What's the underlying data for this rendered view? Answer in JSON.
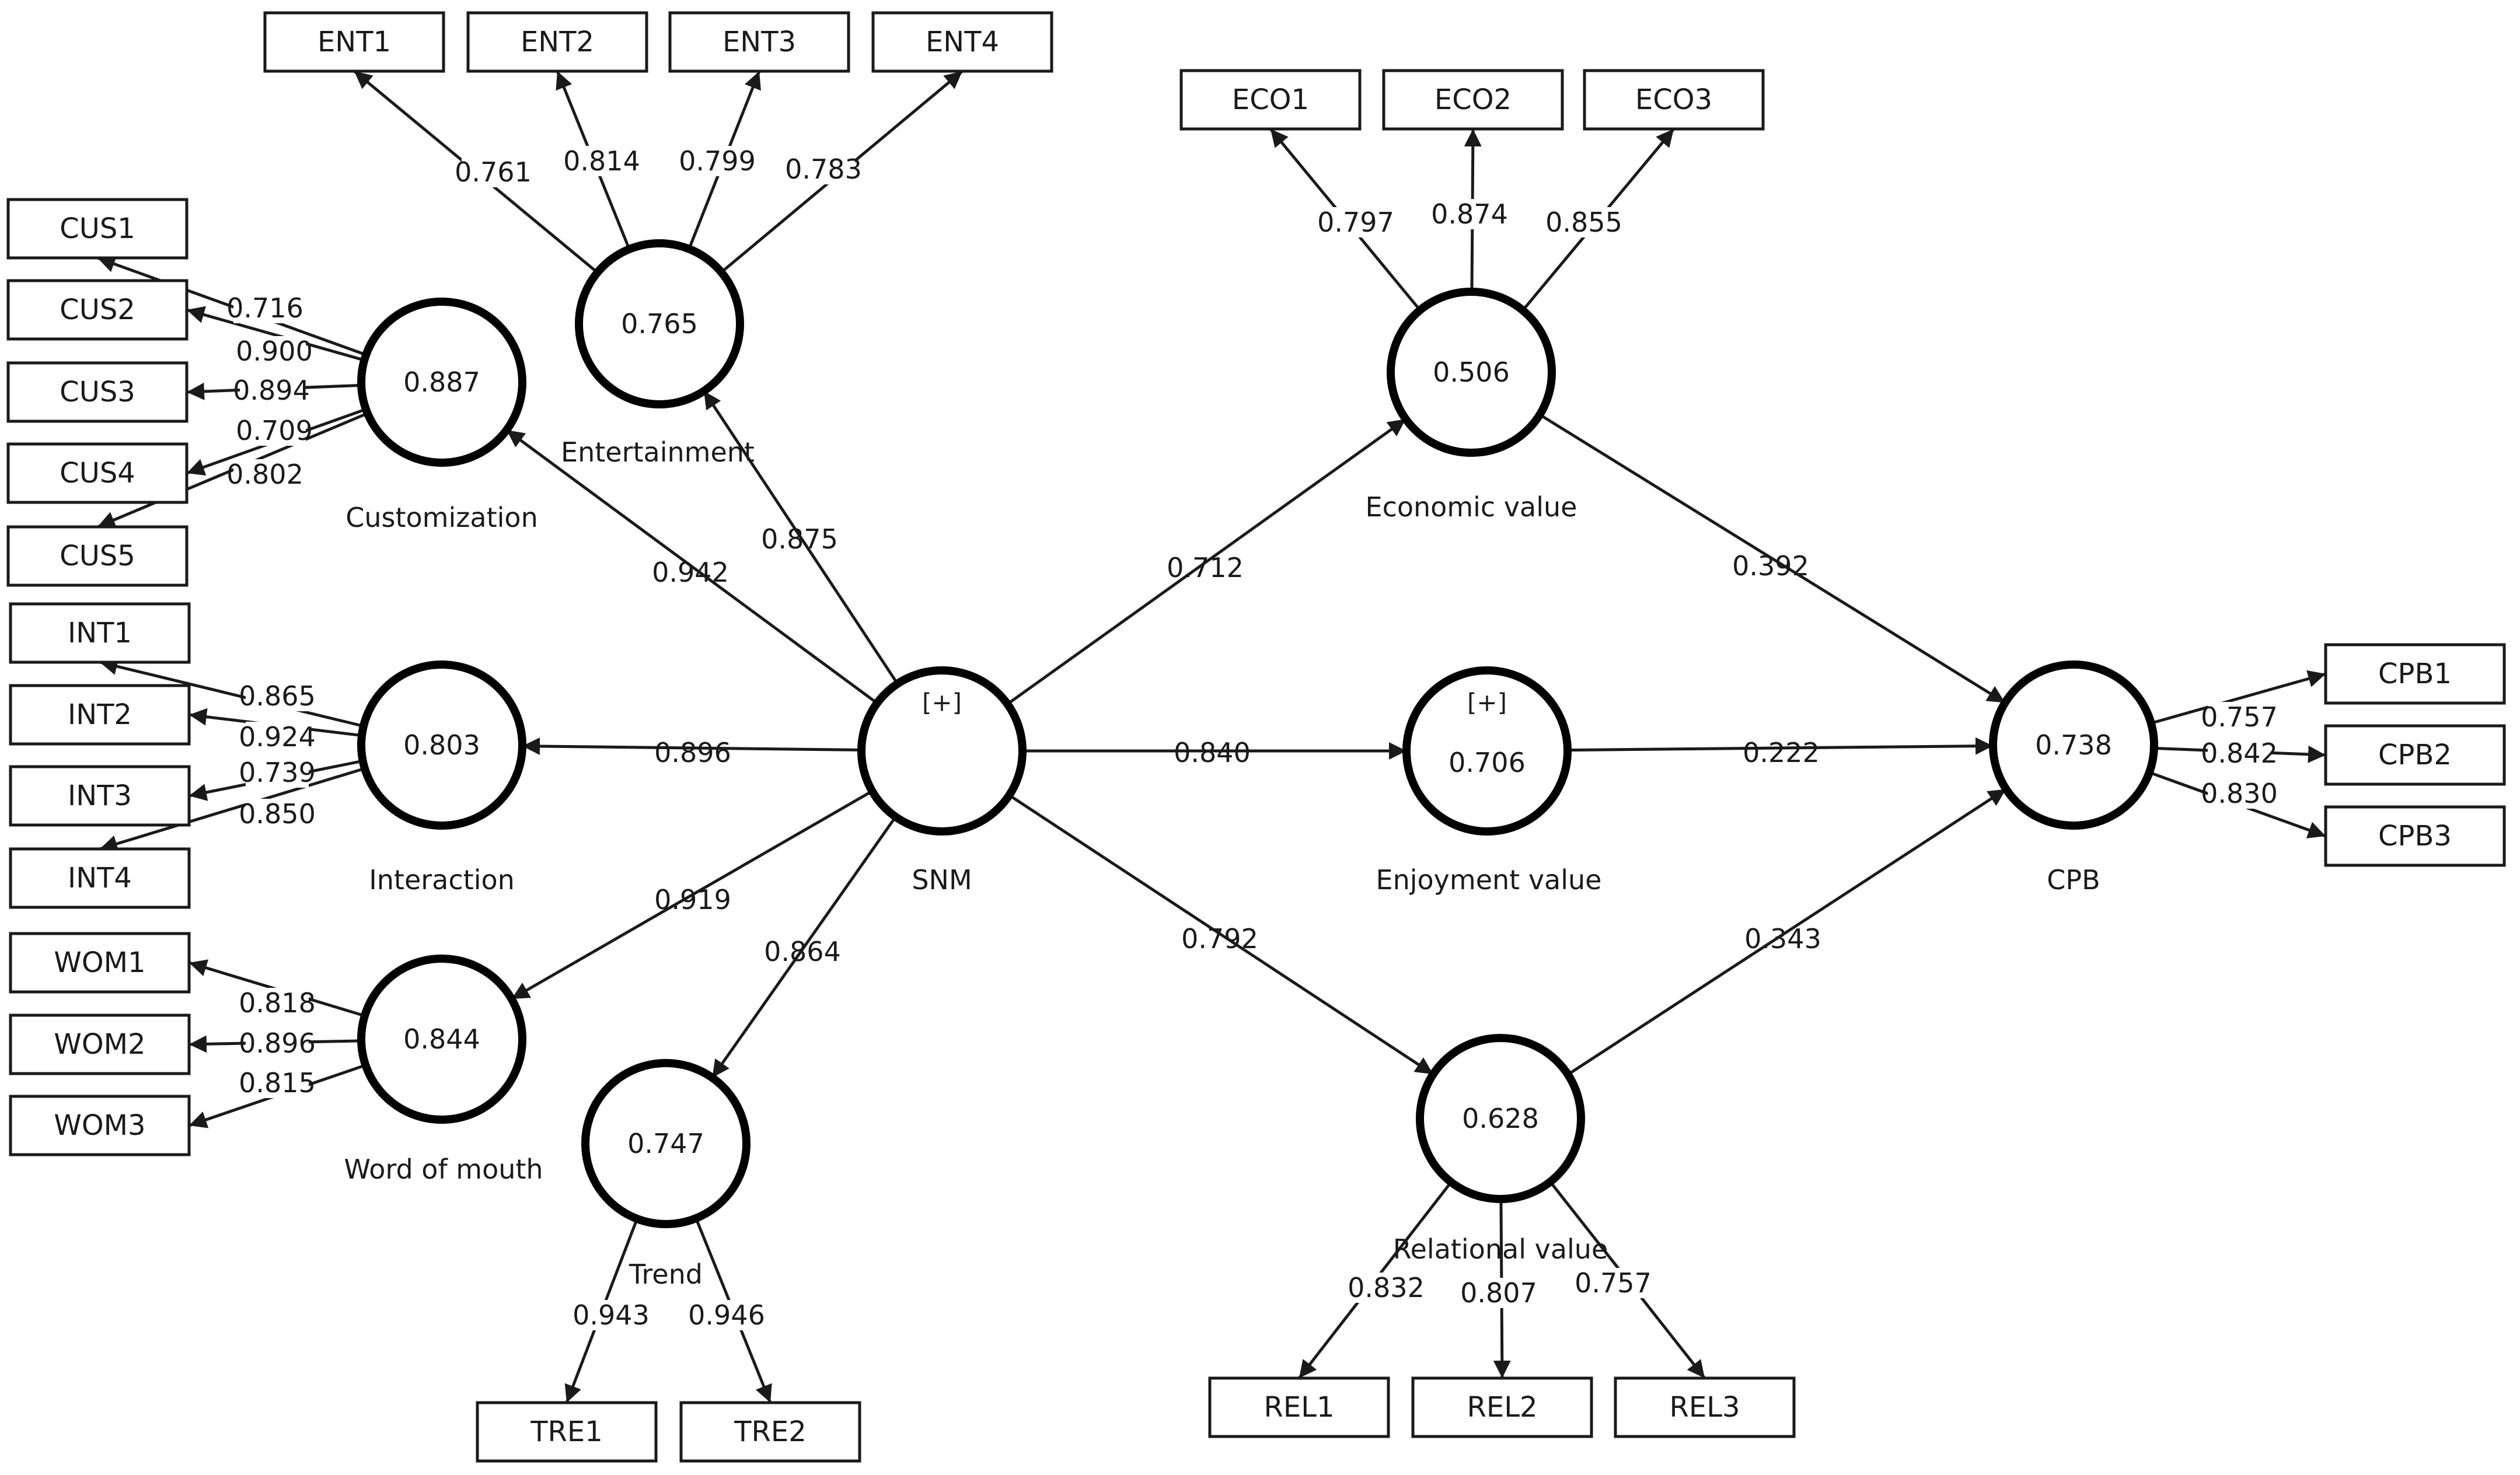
{
  "constructs": [
    {
      "id": "entertainment",
      "name": "Entertainment",
      "value": "0.765"
    },
    {
      "id": "customization",
      "name": "Customization",
      "value": "0.887"
    },
    {
      "id": "interaction",
      "name": "Interaction",
      "value": "0.803"
    },
    {
      "id": "wom",
      "name": "Word of mouth",
      "value": "0.844"
    },
    {
      "id": "trend",
      "name": "Trend",
      "value": "0.747"
    },
    {
      "id": "snm",
      "name": "SNM",
      "value": "",
      "marker": "[+]"
    },
    {
      "id": "economic",
      "name": "Economic value",
      "value": "0.506"
    },
    {
      "id": "enjoyment",
      "name": "Enjoyment value",
      "value": "0.706",
      "marker": "[+]"
    },
    {
      "id": "relational",
      "name": "Relational value",
      "value": "0.628"
    },
    {
      "id": "cpb",
      "name": "CPB",
      "value": "0.738"
    }
  ],
  "indicators": [
    {
      "id": "ENT1",
      "label": "ENT1"
    },
    {
      "id": "ENT2",
      "label": "ENT2"
    },
    {
      "id": "ENT3",
      "label": "ENT3"
    },
    {
      "id": "ENT4",
      "label": "ENT4"
    },
    {
      "id": "CUS1",
      "label": "CUS1"
    },
    {
      "id": "CUS2",
      "label": "CUS2"
    },
    {
      "id": "CUS3",
      "label": "CUS3"
    },
    {
      "id": "CUS4",
      "label": "CUS4"
    },
    {
      "id": "CUS5",
      "label": "CUS5"
    },
    {
      "id": "INT1",
      "label": "INT1"
    },
    {
      "id": "INT2",
      "label": "INT2"
    },
    {
      "id": "INT3",
      "label": "INT3"
    },
    {
      "id": "INT4",
      "label": "INT4"
    },
    {
      "id": "WOM1",
      "label": "WOM1"
    },
    {
      "id": "WOM2",
      "label": "WOM2"
    },
    {
      "id": "WOM3",
      "label": "WOM3"
    },
    {
      "id": "TRE1",
      "label": "TRE1"
    },
    {
      "id": "TRE2",
      "label": "TRE2"
    },
    {
      "id": "ECO1",
      "label": "ECO1"
    },
    {
      "id": "ECO2",
      "label": "ECO2"
    },
    {
      "id": "ECO3",
      "label": "ECO3"
    },
    {
      "id": "REL1",
      "label": "REL1"
    },
    {
      "id": "REL2",
      "label": "REL2"
    },
    {
      "id": "REL3",
      "label": "REL3"
    },
    {
      "id": "CPB1",
      "label": "CPB1"
    },
    {
      "id": "CPB2",
      "label": "CPB2"
    },
    {
      "id": "CPB3",
      "label": "CPB3"
    }
  ],
  "paths": [
    {
      "from": "snm",
      "to": "customization",
      "value": "0.942"
    },
    {
      "from": "snm",
      "to": "entertainment",
      "value": "0.875"
    },
    {
      "from": "snm",
      "to": "interaction",
      "value": "0.896"
    },
    {
      "from": "snm",
      "to": "wom",
      "value": "0.919"
    },
    {
      "from": "snm",
      "to": "trend",
      "value": "0.864"
    },
    {
      "from": "snm",
      "to": "economic",
      "value": "0.712"
    },
    {
      "from": "snm",
      "to": "enjoyment",
      "value": "0.840"
    },
    {
      "from": "snm",
      "to": "relational",
      "value": "0.792"
    },
    {
      "from": "economic",
      "to": "cpb",
      "value": "0.392"
    },
    {
      "from": "enjoyment",
      "to": "cpb",
      "value": "0.222"
    },
    {
      "from": "relational",
      "to": "cpb",
      "value": "0.343"
    }
  ],
  "loadings": [
    {
      "from": "entertainment",
      "to": "ENT1",
      "value": "0.761"
    },
    {
      "from": "entertainment",
      "to": "ENT2",
      "value": "0.814"
    },
    {
      "from": "entertainment",
      "to": "ENT3",
      "value": "0.799"
    },
    {
      "from": "entertainment",
      "to": "ENT4",
      "value": "0.783"
    },
    {
      "from": "customization",
      "to": "CUS1",
      "value": "0.716"
    },
    {
      "from": "customization",
      "to": "CUS2",
      "value": "0.900"
    },
    {
      "from": "customization",
      "to": "CUS3",
      "value": "0.894"
    },
    {
      "from": "customization",
      "to": "CUS4",
      "value": "0.709"
    },
    {
      "from": "customization",
      "to": "CUS5",
      "value": "0.802"
    },
    {
      "from": "interaction",
      "to": "INT1",
      "value": "0.865"
    },
    {
      "from": "interaction",
      "to": "INT2",
      "value": "0.924"
    },
    {
      "from": "interaction",
      "to": "INT3",
      "value": "0.739"
    },
    {
      "from": "interaction",
      "to": "INT4",
      "value": "0.850"
    },
    {
      "from": "wom",
      "to": "WOM1",
      "value": "0.818"
    },
    {
      "from": "wom",
      "to": "WOM2",
      "value": "0.896"
    },
    {
      "from": "wom",
      "to": "WOM3",
      "value": "0.815"
    },
    {
      "from": "trend",
      "to": "TRE1",
      "value": "0.943"
    },
    {
      "from": "trend",
      "to": "TRE2",
      "value": "0.946"
    },
    {
      "from": "economic",
      "to": "ECO1",
      "value": "0.797"
    },
    {
      "from": "economic",
      "to": "ECO2",
      "value": "0.874"
    },
    {
      "from": "economic",
      "to": "ECO3",
      "value": "0.855"
    },
    {
      "from": "relational",
      "to": "REL1",
      "value": "0.832"
    },
    {
      "from": "relational",
      "to": "REL2",
      "value": "0.807"
    },
    {
      "from": "relational",
      "to": "REL3",
      "value": "0.757"
    },
    {
      "from": "cpb",
      "to": "CPB1",
      "value": "0.757"
    },
    {
      "from": "cpb",
      "to": "CPB2",
      "value": "0.842"
    },
    {
      "from": "cpb",
      "to": "CPB3",
      "value": "0.830"
    }
  ]
}
